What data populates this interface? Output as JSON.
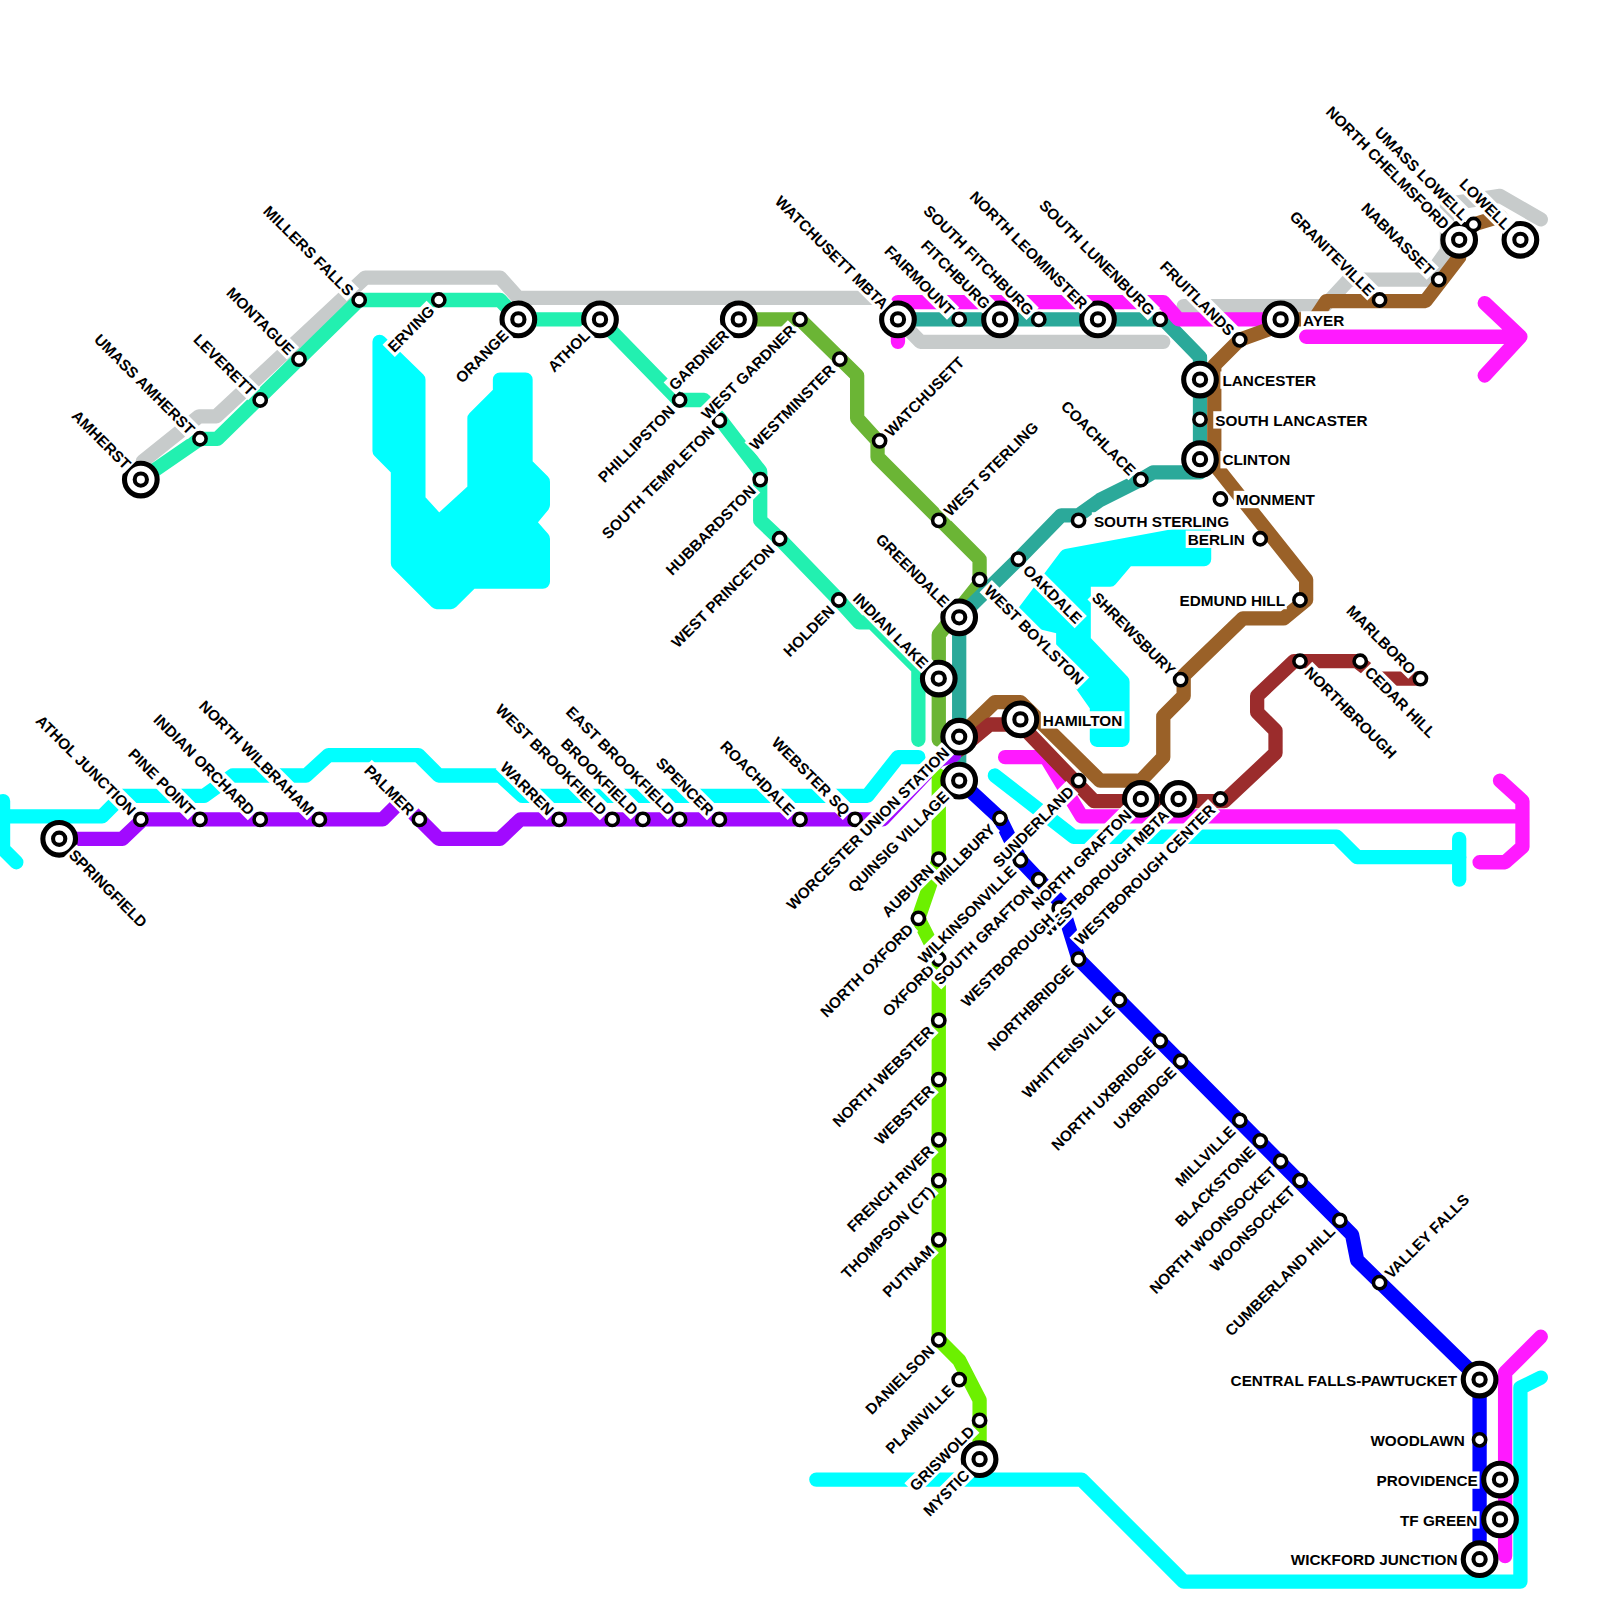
{
  "diagram": {
    "labels": [
      "AMHERST",
      "UMASS AMHERST",
      "LEVERETT",
      "MONTAGUE",
      "MILLERS FALLS",
      "ERVING",
      "ORANGE",
      "ATHOL",
      "GARDNER",
      "WEST GARDNER",
      "PHILLIPSTON",
      "SOUTH TEMPLETON",
      "WESTMINSTER",
      "HUBBARDSTON",
      "WATCHUSETT",
      "WEST PRINCETON",
      "HOLDEN",
      "INDIAN LAKE",
      "WEST STERLING",
      "GREENDALE",
      "WEST BOYLSTON",
      "OAKDALE",
      "COACHLACE",
      "SOUTH STERLING",
      "SHREWSBURY",
      "HAMILTON",
      "WATCHUSETT MBTA",
      "FAIRMOUNT",
      "FITCHBURG",
      "SOUTH FITCHBURG",
      "NORTH LEOMINSTER",
      "SOUTH LUNENBURG",
      "FRUITLANDS",
      "AYER",
      "GRANITEVILLE",
      "NABNASSET",
      "NORTH CHELMSFORD",
      "UMASS LOWELL",
      "LOWELL",
      "LANCESTER",
      "SOUTH LANCASTER",
      "CLINTON",
      "MONMENT",
      "BERLIN",
      "EDMUND HILL",
      "MARLBORO",
      "CEDAR HILL",
      "NORTHBROUGH",
      "SPRINGFIELD",
      "ATHOL JUNCTION",
      "PINE POINT",
      "INDIAN ORCHARD",
      "NORTH WILBRAHAM",
      "PALMER",
      "WARREN",
      "WEST BROOKFIELD",
      "BROOKFIELD",
      "EAST BROOKFIELD",
      "SPENCER",
      "ROACHDALE",
      "WEBSTER SQ",
      "WORCESTER UNION STATION",
      "QUINSIG VILLAGE",
      "AUBURN",
      "NORTH OXFORD",
      "OXFORD",
      "NORTH WEBSTER",
      "WEBSTER",
      "FRENCH RIVER",
      "THOMPSON (CT)",
      "PUTNAM",
      "DANIELSON",
      "PLAINVILLE",
      "GRISWOLD",
      "MYSTIC",
      "MILLBURY",
      "WILKINSONVILLE",
      "SOUTH GRAFTON",
      "SUNDERLAND",
      "NORTH GRAFTON",
      "WESTBOROUGH MBTA",
      "WESTBOROUGH CENTER",
      "WESTBOROUGH",
      "NORTHBRIDGE",
      "WHITTENSVILLE",
      "NORTH UXBRIDGE",
      "UXBRIDGE",
      "MILLVILLE",
      "BLACKSTONE",
      "NORTH WOONSOCKET",
      "WOONSOCKET",
      "CUMBERLAND HILL",
      "VALLEY FALLS",
      "CENTRAL FALLS-PAWTUCKET",
      "WOODLAWN",
      "PROVIDENCE",
      "TF GREEN",
      "WICKFORD JUNCTION"
    ]
  }
}
